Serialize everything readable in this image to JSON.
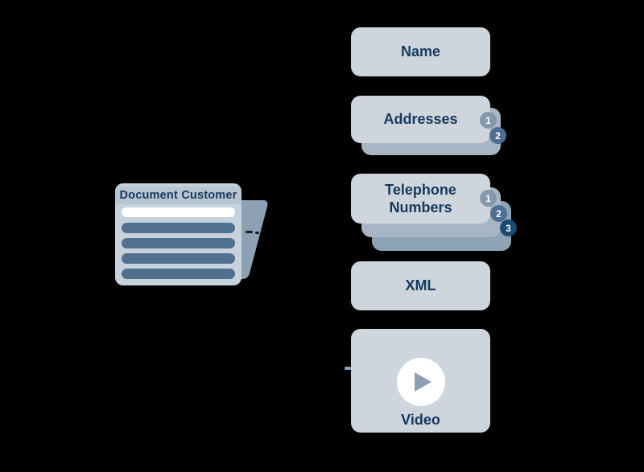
{
  "background_color": "#000000",
  "document": {
    "title": "Document Customer",
    "field_bar_count": 4,
    "has_highlighted_field": true
  },
  "cards": [
    {
      "label": "Name",
      "layers": 1,
      "badges": []
    },
    {
      "label": "Addresses",
      "layers": 2,
      "badges": [
        "1",
        "2"
      ]
    },
    {
      "label": "Telephone Numbers",
      "layers": 3,
      "badges": [
        "1",
        "2",
        "3"
      ]
    },
    {
      "label": "XML",
      "layers": 1,
      "badges": []
    },
    {
      "label": "Video",
      "layers": 1,
      "badges": [],
      "icon": "play-icon"
    }
  ],
  "colors": {
    "card_fill": "#CED5DC",
    "card_text": "#16395D",
    "doc_fill": "#C7D2DB",
    "doc_titlebar_fill": "#B8C6D2",
    "doc_field_bar": "#50708F",
    "doc_back_page": "#8CA1B3",
    "stack_layer_2": "#A6B6C4",
    "stack_layer_3": "#8EA3B5",
    "badge_1": "#8598AB",
    "badge_2": "#4F6F92",
    "badge_3": "#1A4971",
    "badge_text": "#FFFFFF",
    "play_circle": "#FFFFFF",
    "play_triangle": "#8CA0B4"
  }
}
